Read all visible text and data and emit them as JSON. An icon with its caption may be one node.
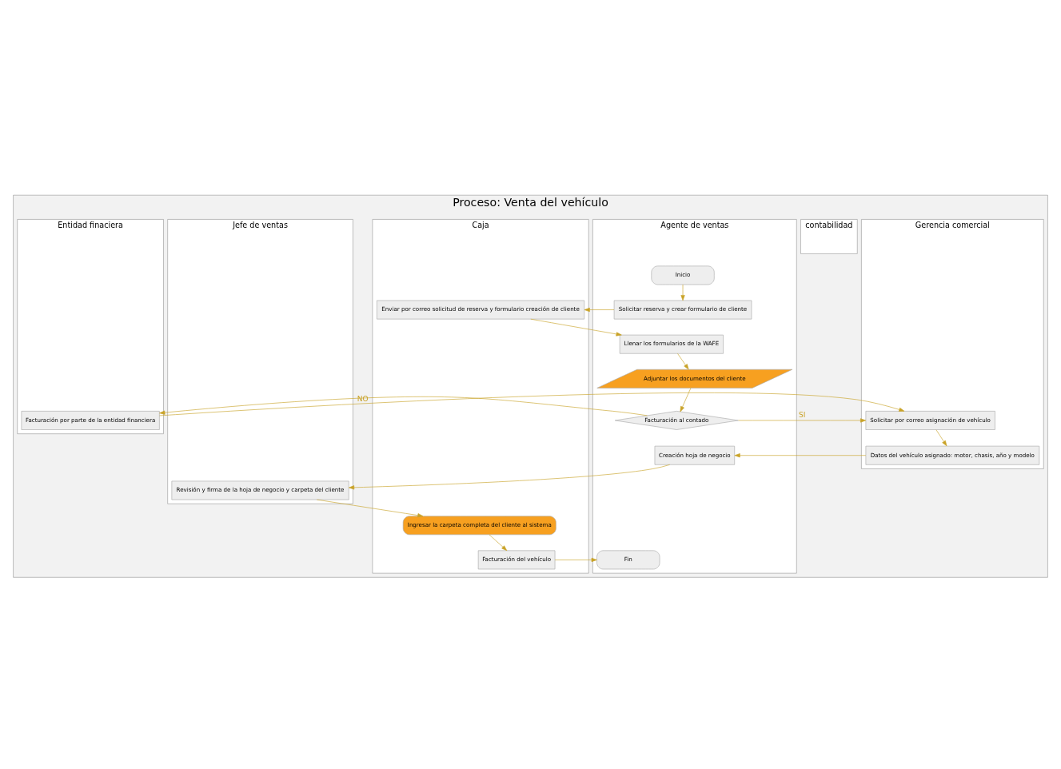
{
  "diagram": {
    "nodes": [
      {
        "text": [
          "Proceso: Venta del vehículo"
        ]
      },
      {
        "text": [
          "Gerencia comercial"
        ],
        "in": 0
      },
      {
        "text": [
          "Jefe de ventas"
        ],
        "in": 0
      },
      {
        "text": [
          "Agente de ventas"
        ],
        "in": 0
      },
      {
        "text": [
          "contabilidad"
        ],
        "in": 0
      },
      {
        "text": [
          "Caja"
        ],
        "in": 0
      },
      {
        "text": [
          "Entidad finaciera"
        ],
        "in": 0
      },
      {
        "text": [
          "Inicio"
        ],
        "in": 3
      },
      {
        "text": [
          "Solicitar reserva y crear formulario de cliente"
        ],
        "in": 3
      },
      {
        "text": [
          "Enviar por correo solicitud de reserva y formulario creación de cliente"
        ],
        "in": 5
      },
      {
        "text": [
          "Llenar los formularios de la WAFE"
        ],
        "in": 3
      },
      {
        "text": [
          "Adjuntar los documentos del cliente"
        ],
        "in": 3
      },
      {
        "text": [
          "Facturación al contado"
        ],
        "in": 3
      },
      {
        "text": [
          "Solicitar por correo asignación de vehículo"
        ],
        "in": 1
      },
      {
        "text": [
          "Facturación por parte de la entidad financiera"
        ],
        "in": 6
      },
      {
        "text": [
          "Datos del vehículo asignado: motor, chasis, año y modelo"
        ],
        "in": 1
      },
      {
        "text": [
          "Creación hoja de negocio"
        ],
        "in": 3
      },
      {
        "text": [
          "Revisión y firma de la hoja de negocio y carpeta del cliente"
        ],
        "in": 2
      },
      {
        "text": [
          "Ingresar la carpeta completa del cliente al sistema"
        ],
        "in": 5
      },
      {
        "text": [
          "Facturación del vehículo"
        ],
        "in": 5
      },
      {
        "text": [
          "Fin"
        ],
        "in": 3
      }
    ],
    "edges": [
      {
        "from": 7,
        "to": 8,
        "arrow": "to"
      },
      {
        "from": 8,
        "to": 9,
        "arrow": "to"
      },
      {
        "from": 9,
        "to": 10,
        "arrow": "to"
      },
      {
        "from": 10,
        "to": 11,
        "arrow": "to"
      },
      {
        "from": 11,
        "to": 12,
        "arrow": "to"
      },
      {
        "from": 12,
        "to": 13,
        "arrow": "to",
        "label": "SI"
      },
      {
        "from": 12,
        "to": 14,
        "arrow": "to",
        "label": "NO"
      },
      {
        "from": 14,
        "to": 13,
        "arrow": "to"
      },
      {
        "from": 13,
        "to": 15,
        "arrow": "to"
      },
      {
        "from": 15,
        "to": 16,
        "arrow": "to"
      },
      {
        "from": 16,
        "to": 17,
        "arrow": "to"
      },
      {
        "from": 17,
        "to": 18,
        "arrow": "to"
      },
      {
        "from": 18,
        "to": 19,
        "arrow": "to"
      },
      {
        "from": 19,
        "to": 20,
        "arrow": "to"
      }
    ]
  }
}
